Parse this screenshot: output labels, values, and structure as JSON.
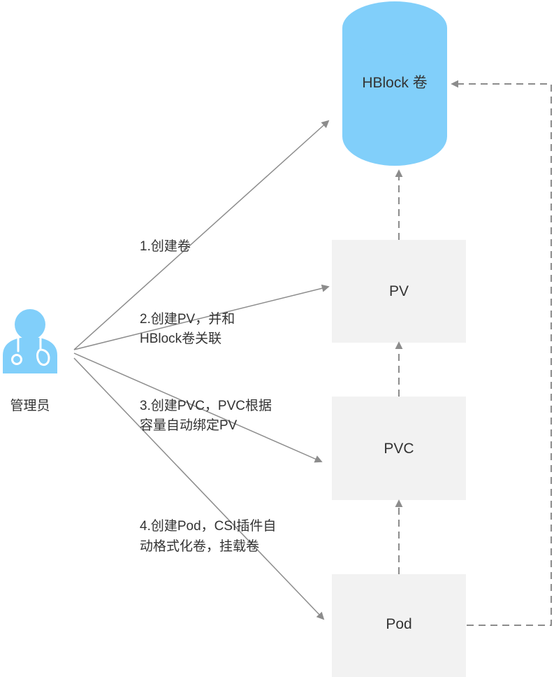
{
  "actor": {
    "label": "管理员",
    "icon": "admin-doctor-icon"
  },
  "nodes": {
    "volume": {
      "label": "HBlock 卷"
    },
    "pv": {
      "label": "PV"
    },
    "pvc": {
      "label": "PVC"
    },
    "pod": {
      "label": "Pod"
    }
  },
  "steps": [
    {
      "lines": [
        "1.创建卷"
      ]
    },
    {
      "lines": [
        "2.创建PV，并和",
        "HBlock卷关联"
      ]
    },
    {
      "lines": [
        "3.创建PVC，PVC根据",
        "容量自动绑定PV"
      ]
    },
    {
      "lines": [
        "4.创建Pod，CSI插件自",
        "动格式化卷，挂载卷"
      ]
    }
  ],
  "colors": {
    "cylinder": "#81CFFA",
    "box": "#F2F2F2",
    "arrow": "#8C8C8C",
    "text": "#333333"
  }
}
